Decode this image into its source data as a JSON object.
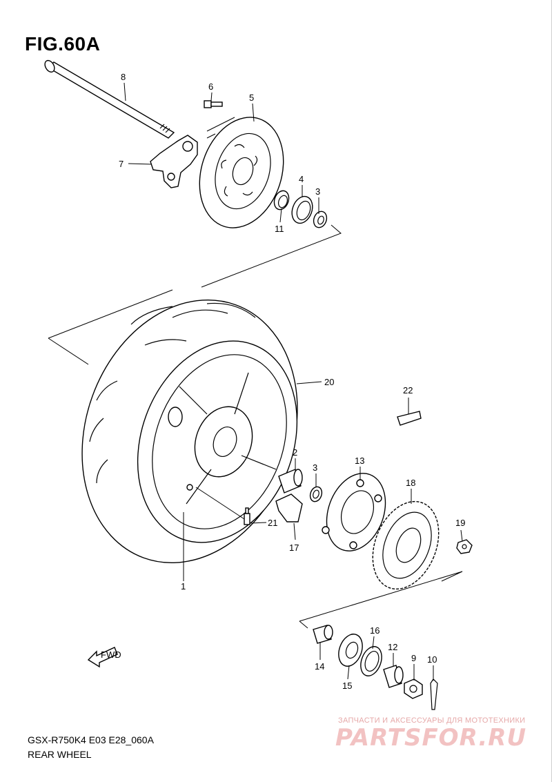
{
  "title": "FIG.60A",
  "model_code": "GSX-R750K4 E03 E28_060A",
  "caption": "REAR WHEEL",
  "fwd_label": "FWD",
  "watermark": {
    "tagline": "ЗАПЧАСТИ И АКСЕССУАРЫ ДЛЯ МОТОТЕХНИКИ",
    "logo": "PARTSFOR.RU"
  },
  "callouts": [
    {
      "id": "1",
      "text": "1"
    },
    {
      "id": "2",
      "text": "2"
    },
    {
      "id": "3a",
      "text": "3"
    },
    {
      "id": "3b",
      "text": "3"
    },
    {
      "id": "4",
      "text": "4"
    },
    {
      "id": "5",
      "text": "5"
    },
    {
      "id": "6",
      "text": "6"
    },
    {
      "id": "7",
      "text": "7"
    },
    {
      "id": "8",
      "text": "8"
    },
    {
      "id": "9",
      "text": "9"
    },
    {
      "id": "10",
      "text": "10"
    },
    {
      "id": "11",
      "text": "11"
    },
    {
      "id": "12",
      "text": "12"
    },
    {
      "id": "13",
      "text": "13"
    },
    {
      "id": "14",
      "text": "14"
    },
    {
      "id": "15",
      "text": "15"
    },
    {
      "id": "16",
      "text": "16"
    },
    {
      "id": "17",
      "text": "17"
    },
    {
      "id": "18",
      "text": "18"
    },
    {
      "id": "19",
      "text": "19"
    },
    {
      "id": "20",
      "text": "20"
    },
    {
      "id": "21",
      "text": "21"
    },
    {
      "id": "22",
      "text": "22"
    }
  ]
}
